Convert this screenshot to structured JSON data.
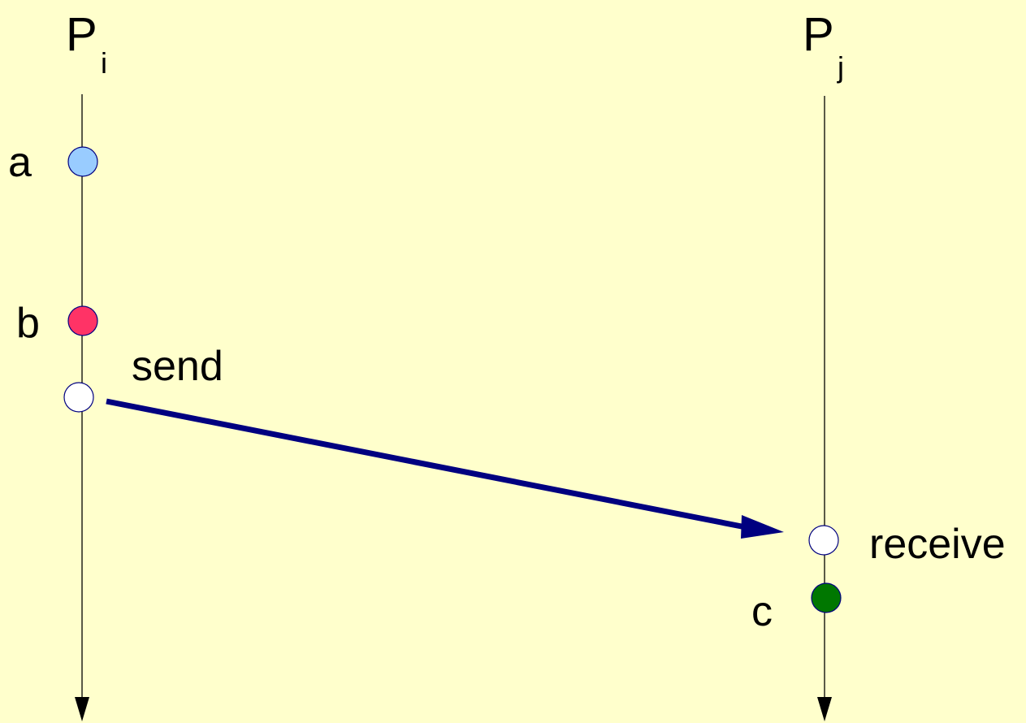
{
  "processes": [
    {
      "name": "P",
      "subscript": "i"
    },
    {
      "name": "P",
      "subscript": "j"
    }
  ],
  "events": {
    "a": {
      "label": "a",
      "color": "#99ccff"
    },
    "b": {
      "label": "b",
      "color": "#ff3366"
    },
    "send": {
      "label": "send",
      "color": "#ffffff"
    },
    "receive": {
      "label": "receive",
      "color": "#ffffff"
    },
    "c": {
      "label": "c",
      "color": "#007700"
    }
  },
  "colors": {
    "background": "#ffffcc",
    "message_arrow": "#000080",
    "timeline": "#000000",
    "node_stroke": "#000080"
  }
}
